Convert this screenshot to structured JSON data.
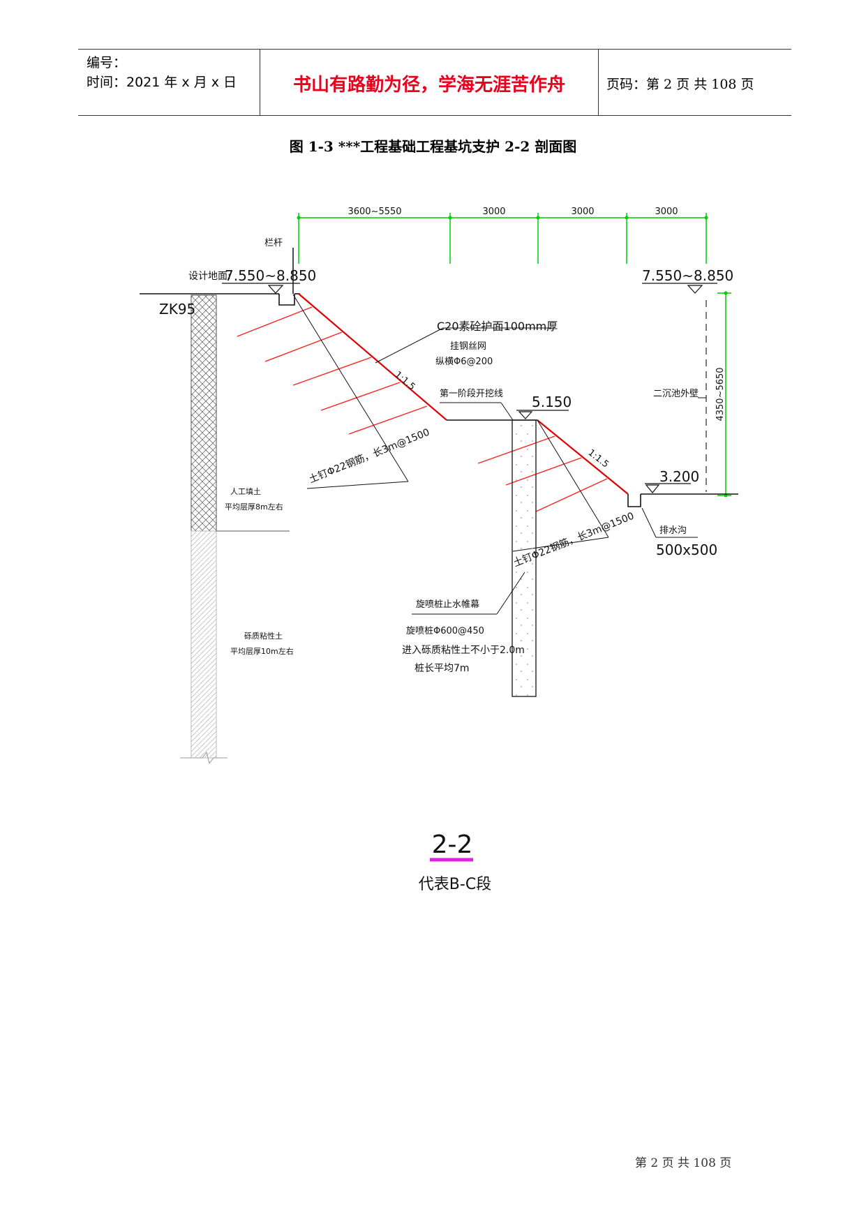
{
  "header": {
    "number_label": "编号：",
    "date_label": "时间：2021 年 x 月 x 日",
    "motto": "书山有路勤为径，学海无涯苦作舟",
    "page_code": "页码：第 2 页  共 108 页"
  },
  "caption": "图 1-3  ***工程基础工程基坑支护 2-2 剖面图",
  "drawing": {
    "dims": [
      "3600~5550",
      "3000",
      "3000",
      "3000"
    ],
    "railing": "栏杆",
    "design_ground": "设计地面:",
    "elev_left": "7.550~8.850",
    "elev_right": "7.550~8.850",
    "borehole": "ZK95",
    "c20_line1": "C20素砼护面100mm厚",
    "c20_line2": "挂钢丝网",
    "c20_line3": "纵横Φ6@200",
    "slope_upper": "1:1.5",
    "slope_lower": "1:1.5",
    "first_stage": "第一阶段开挖线",
    "elev_mid": "5.150",
    "elev_low": "3.200",
    "wall_label": "二沉池外壁",
    "height_dim": "4350~5650",
    "nail_upper": "土钉Φ22钢筋，长3m@1500",
    "nail_lower": "土钉Φ22钢筋，长3m@1500",
    "fill_soil_1": "人工填土",
    "fill_soil_2": "平均层厚8m左右",
    "silty_1": "砾质粘性土",
    "silty_2": "平均层厚10m左右",
    "ditch_1": "排水沟",
    "ditch_2": "500x500",
    "jet_title": "旋喷桩止水帷幕",
    "jet_1": "旋喷桩Φ600@450",
    "jet_2": "进入砾质粘性土不小于2.0m",
    "jet_3": "桩长平均7m",
    "section_id": "2-2",
    "section_note": "代表B-C段"
  },
  "footer": "第  2  页  共  108  页",
  "colors": {
    "motto": "#e8001c",
    "dimension": "#00cc00",
    "nail": "#ff0000",
    "section_underline": "#e020e0"
  }
}
